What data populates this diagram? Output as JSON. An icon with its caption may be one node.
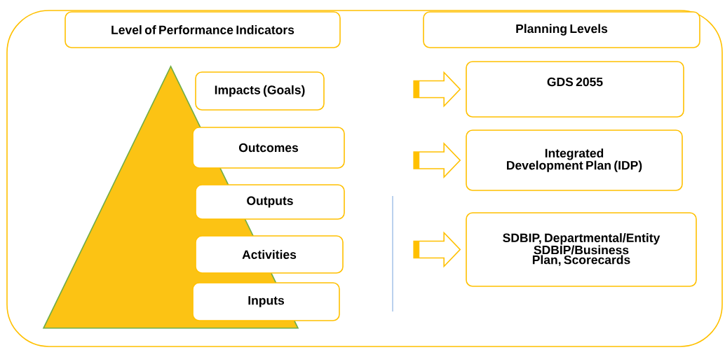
{
  "diagram": {
    "nodes": [
      {
        "text": [],
        "shape": "box"
      },
      {
        "text": [
          "Level of Performance Indicators"
        ],
        "in": 0
      },
      {
        "text": [
          "Planning Levels"
        ],
        "in": 0
      },
      {
        "text": [],
        "shape": "triangle",
        "in": 0
      },
      {
        "text": [
          "Impacts (Goals)"
        ],
        "in": 0
      },
      {
        "text": [
          "Outcomes"
        ],
        "in": 0
      },
      {
        "text": [
          "Outputs"
        ],
        "in": 0
      },
      {
        "text": [
          "Activities"
        ],
        "in": 0
      },
      {
        "text": [
          "Inputs"
        ],
        "in": 0
      },
      {
        "text": [
          "GDS 2055"
        ],
        "in": 0
      },
      {
        "text": [
          "Integrated Development Plan (IDP)"
        ],
        "in": 0
      },
      {
        "text": [
          "SDBIP, Departmental/Entity SDBIP/Business Plan, Scorecards"
        ],
        "in": 0
      }
    ],
    "edges": [
      {
        "from": null,
        "to": 9,
        "arrow": "to"
      },
      {
        "from": null,
        "to": 10,
        "arrow": "to"
      },
      {
        "from": null,
        "to": 11,
        "arrow": "to"
      }
    ]
  }
}
